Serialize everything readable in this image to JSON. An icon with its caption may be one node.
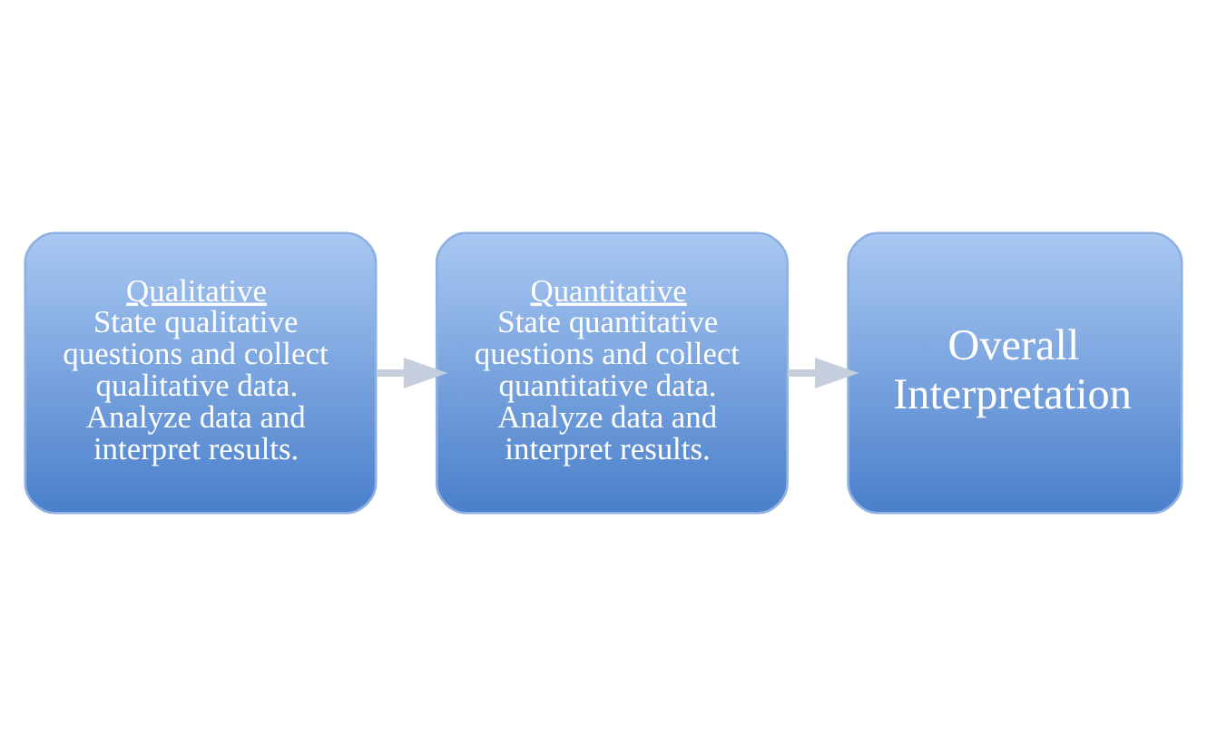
{
  "diagram": {
    "nodes": [
      {
        "text": [
          "Qualitative",
          "State qualitative questions and collect qualitative data. Analyze data and interpret results."
        ]
      },
      {
        "text": [
          "Quantitative",
          "State quantitative questions and collect quantitative data. Analyze data and interpret results."
        ]
      },
      {
        "text": [
          "Overall Interpretation"
        ]
      }
    ],
    "edges": [
      {
        "from": 0,
        "to": 1,
        "arrow": "to"
      },
      {
        "from": 1,
        "to": 2,
        "arrow": "to"
      }
    ]
  }
}
